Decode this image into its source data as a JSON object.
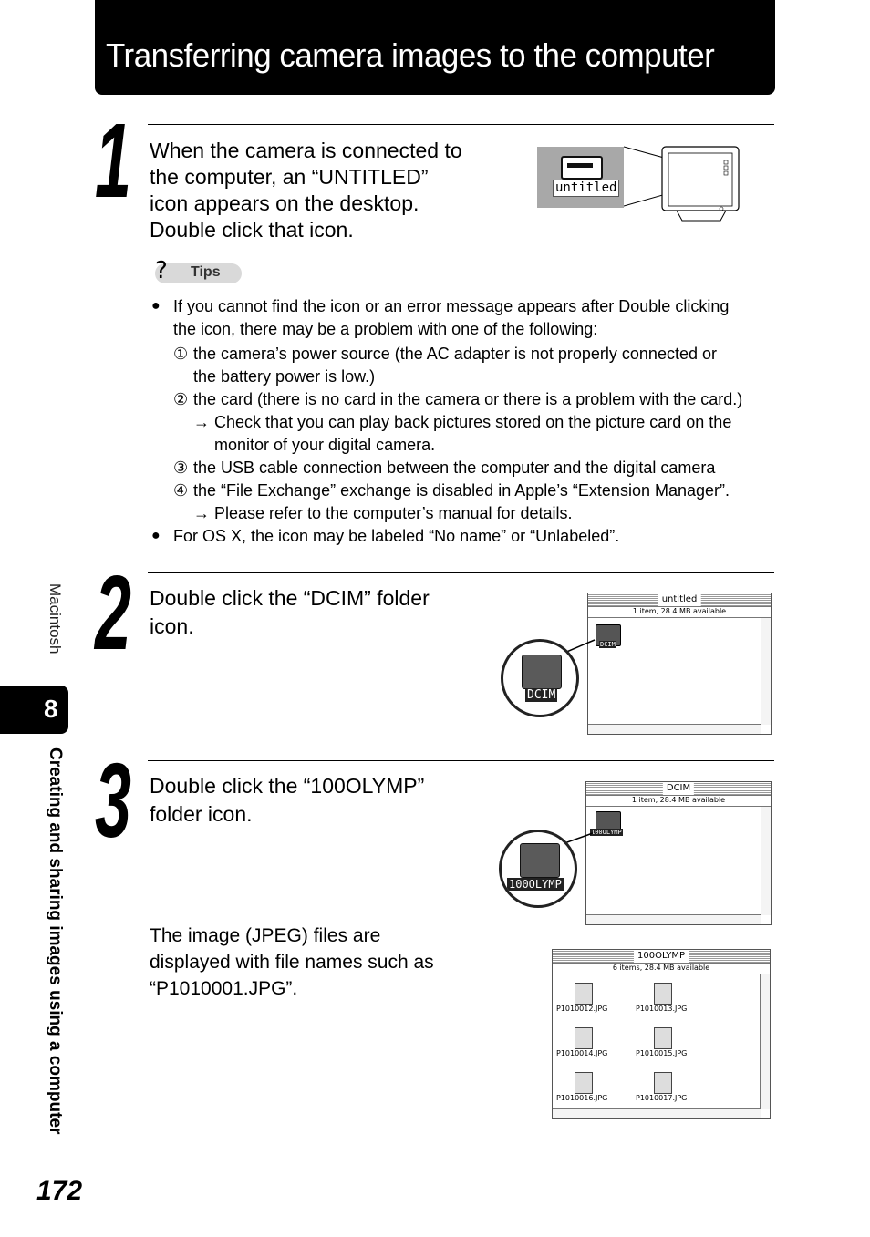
{
  "header": {
    "title": "Transferring camera images to the computer"
  },
  "step1": {
    "number": "1",
    "text_lines": [
      "When the camera is connected to",
      "the computer, an “UNTITLED”",
      "icon appears on the desktop.",
      "Double click that icon."
    ],
    "icon_label": "untitled"
  },
  "tips": {
    "icon": "question-icon",
    "label": "Tips",
    "bullet1_lines": [
      "If you cannot find the icon or an error message appears after Double clicking",
      "the icon, there may be a problem with one of the following:"
    ],
    "item1_marker": "①",
    "item1_lines": [
      "the camera’s power source (the AC adapter is not properly connected or",
      "the battery power is low.)"
    ],
    "item2_marker": "②",
    "item2": "the card (there is no card in the camera or there is a problem with the card.)",
    "item2_note_lines": [
      "Check that you can play back pictures stored on the picture card on the",
      "monitor of your digital camera."
    ],
    "item3_marker": "③",
    "item3": "the USB cable connection between the computer and the digital camera",
    "item4_marker": "④",
    "item4": "the “File Exchange” exchange is disabled in Apple’s “Extension Manager”.",
    "item4_note": "Please refer to the computer’s manual for details.",
    "arrow": "→",
    "bullet2": "For OS X, the icon may be labeled “No name” or “Unlabeled”."
  },
  "step2": {
    "number": "2",
    "text_lines": [
      "Double click the “DCIM” folder",
      "icon."
    ],
    "window_title": "untitled",
    "window_info": "1 item, 28.4 MB available",
    "folder_label": "DCIM"
  },
  "step3": {
    "number": "3",
    "text_lines": [
      "Double click the “100OLYMP”",
      "folder icon."
    ],
    "window_title": "DCIM",
    "window_info": "1 item, 28.4 MB available",
    "folder_label": "100OLYMP",
    "note_lines": [
      "The image (JPEG) files are",
      "displayed with file names such as",
      "“P1010001.JPG”."
    ],
    "files_window_title": "100OLYMP",
    "files_window_info": "6 items, 28.4 MB available",
    "files": [
      "P1010012.JPG",
      "P1010013.JPG",
      "P1010014.JPG",
      "P1010015.JPG",
      "P1010016.JPG",
      "P1010017.JPG"
    ]
  },
  "sidebar": {
    "section": "Macintosh",
    "chapter_number": "8",
    "chapter_title": "Creating and sharing images using a computer"
  },
  "footer": {
    "page_number": "172"
  }
}
